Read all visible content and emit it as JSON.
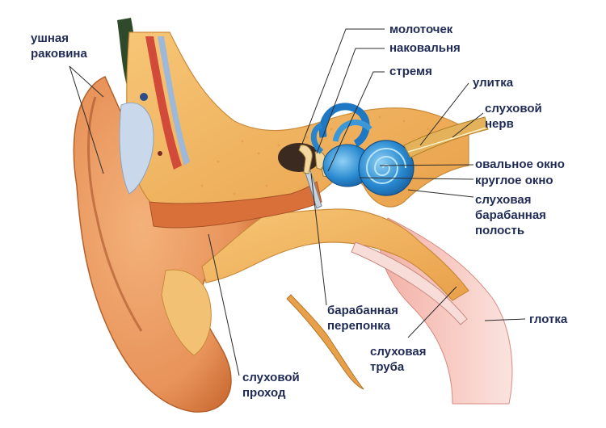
{
  "diagram": {
    "labels": {
      "auricle": [
        "ушная",
        "раковина"
      ],
      "hammer": "молоточек",
      "anvil": "наковальня",
      "stirrup": "стремя",
      "cochlea": "улитка",
      "auditory_nerve": [
        "слуховой",
        "нерв"
      ],
      "oval_window": "овальное окно",
      "round_window": "круглое окно",
      "tympanic_cavity": [
        "слуховая",
        "барабанная",
        "полость"
      ],
      "eardrum": [
        "барабанная",
        "перепонка"
      ],
      "eustachian_tube": [
        "слуховая",
        "труба"
      ],
      "pharynx": "глотка",
      "ear_canal": [
        "слуховой",
        "проход"
      ]
    },
    "colors": {
      "label_text": "#1f2a55",
      "leader_line": "#2b2b2b",
      "skin": "#e8935a",
      "skin_shadow": "#c8682f",
      "bone": "#f1b45a",
      "cartilage": "#c9d8ea",
      "inner_ear": "#2a7cc7",
      "nerve": "#d9a54a",
      "hair": "#2f4a2a",
      "throat": "#e88f86"
    }
  }
}
